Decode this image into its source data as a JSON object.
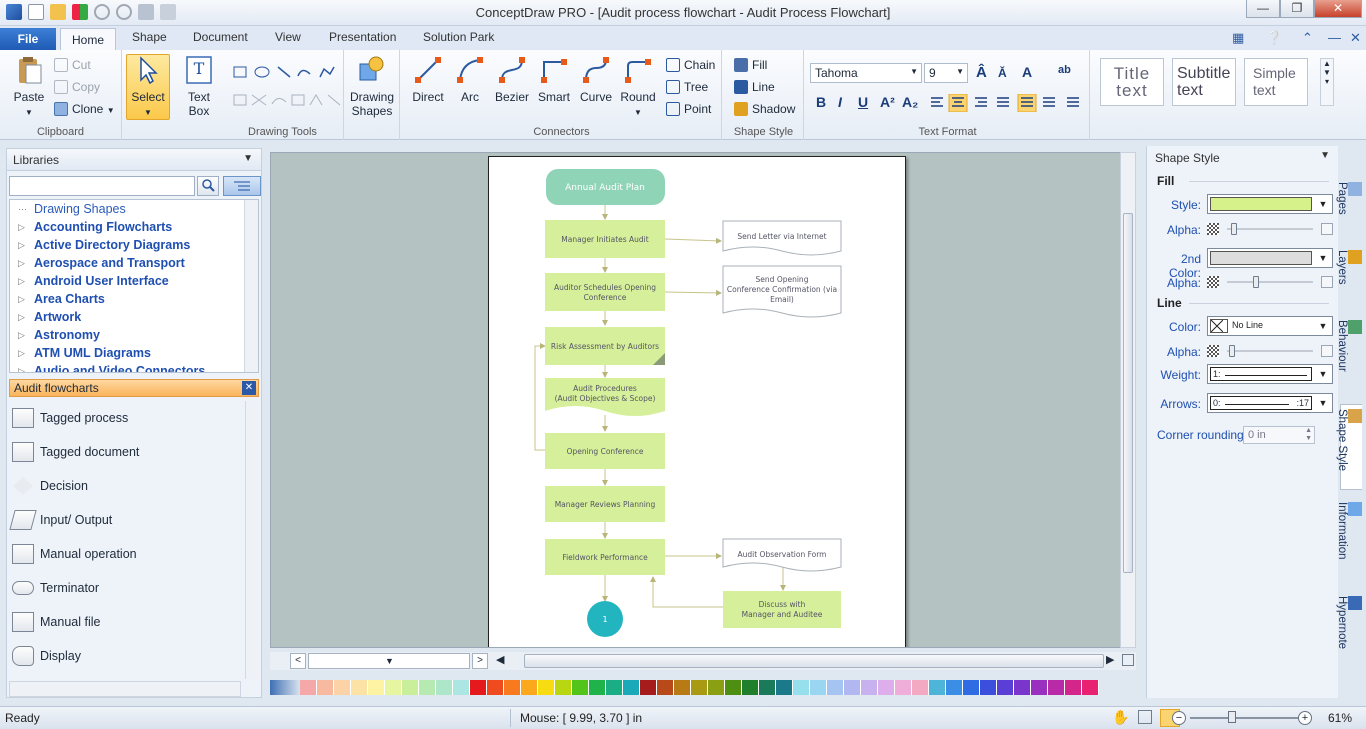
{
  "window": {
    "title": "ConceptDraw PRO - [Audit process flowchart - Audit Process Flowchart]"
  },
  "menu": {
    "file": "File",
    "tabs": [
      "Home",
      "Shape",
      "Document",
      "View",
      "Presentation",
      "Solution Park"
    ]
  },
  "ribbon": {
    "clipboard": {
      "label": "Clipboard",
      "paste": "Paste",
      "cut": "Cut",
      "copy": "Copy",
      "clone": "Clone"
    },
    "select": "Select",
    "textbox_l1": "Text",
    "textbox_l2": "Box",
    "drawing_tools": "Drawing Tools",
    "drawing_shapes_l1": "Drawing",
    "drawing_shapes_l2": "Shapes",
    "connectors": {
      "label": "Connectors",
      "items": [
        "Direct",
        "Arc",
        "Bezier",
        "Smart",
        "Curve",
        "Round"
      ],
      "chain": "Chain",
      "tree": "Tree",
      "point": "Point"
    },
    "shape_style": {
      "label": "Shape Style",
      "fill": "Fill",
      "line": "Line",
      "shadow": "Shadow"
    },
    "text_format": {
      "label": "Text Format",
      "font": "Tahoma",
      "size": "9"
    },
    "styles": {
      "title": "Title text",
      "subtitle": "Subtitle text",
      "simple": "Simple text"
    }
  },
  "libraries": {
    "header": "Libraries",
    "tree": [
      "Drawing Shapes",
      "Accounting Flowcharts",
      "Active Directory Diagrams",
      "Aerospace and Transport",
      "Android User Interface",
      "Area Charts",
      "Artwork",
      "Astronomy",
      "ATM UML Diagrams",
      "Audio and Video Connectors"
    ],
    "active_library": "Audit flowcharts",
    "shapes": [
      "Tagged process",
      "Tagged document",
      "Decision",
      "Input/ Output",
      "Manual operation",
      "Terminator",
      "Manual file",
      "Display"
    ]
  },
  "diagram": {
    "start": "Annual Audit Plan",
    "p1": "Manager Initiates Audit",
    "p2_l1": "Auditor Schedules Opening",
    "p2_l2": "Conference",
    "p3": "Risk Assessment by Auditors",
    "p4_l1": "Audit Procedures",
    "p4_l2": "(Audit Objectives & Scope)",
    "p5": "Opening Conference",
    "p6": "Manager Reviews Planning",
    "p7": "Fieldwork Performance",
    "end": "1",
    "d1": "Send Letter via Internet",
    "d2_l1": "Send Opening",
    "d2_l2": "Conference Confirmation (via",
    "d2_l3": "Email)",
    "d3": "Audit Observation Form",
    "d4_l1": "Discuss with",
    "d4_l2": "Manager and Auditee"
  },
  "shape_style_panel": {
    "header": "Shape Style",
    "fill_section": "Fill",
    "style_label": "Style:",
    "alpha_label": "Alpha:",
    "second_color_label": "2nd Color:",
    "line_section": "Line",
    "color_label": "Color:",
    "color_value": "No Line",
    "weight_label": "Weight:",
    "weight_value": "1:",
    "arrows_label": "Arrows:",
    "arrows_left": "0:",
    "arrows_right": ":17",
    "corner_label": "Corner rounding:",
    "corner_value": "0 in",
    "fill_color": "#d6f08a",
    "second_color": "#dddddd"
  },
  "side_tabs": [
    "Pages",
    "Layers",
    "Behaviour",
    "Shape Style",
    "Information",
    "Hypernote"
  ],
  "status": {
    "ready": "Ready",
    "mouse": "Mouse: [ 9.99, 3.70 ] in",
    "zoom": "61%"
  },
  "palette": [
    "#f4a9a8",
    "#f7b9a0",
    "#fbd3a6",
    "#fde2a5",
    "#fdf3a3",
    "#e6f59f",
    "#c9ef9b",
    "#b7eab0",
    "#aee6c9",
    "#ace6e3",
    "#e41a1c",
    "#f04a1f",
    "#f77a1e",
    "#fba81c",
    "#f7dc12",
    "#b8d711",
    "#52c41a",
    "#1fb34a",
    "#1aae84",
    "#1aa9b8",
    "#a61c1c",
    "#b84a1a",
    "#b87a14",
    "#a89a12",
    "#8aa012",
    "#4e8f12",
    "#1f7f2a",
    "#1a7a5a",
    "#1a7a8a",
    "#96e0ee",
    "#9ad6f2",
    "#a6c4f2",
    "#b1b7f0",
    "#c8b1ef",
    "#deaeec",
    "#efadd9",
    "#f4a9c2",
    "#4fb5d8",
    "#3a8ee6",
    "#2f6be2",
    "#3b4fdc",
    "#5a3fd6",
    "#7a36cc",
    "#9a30c0",
    "#b82aa8",
    "#d4268a",
    "#e82270"
  ]
}
